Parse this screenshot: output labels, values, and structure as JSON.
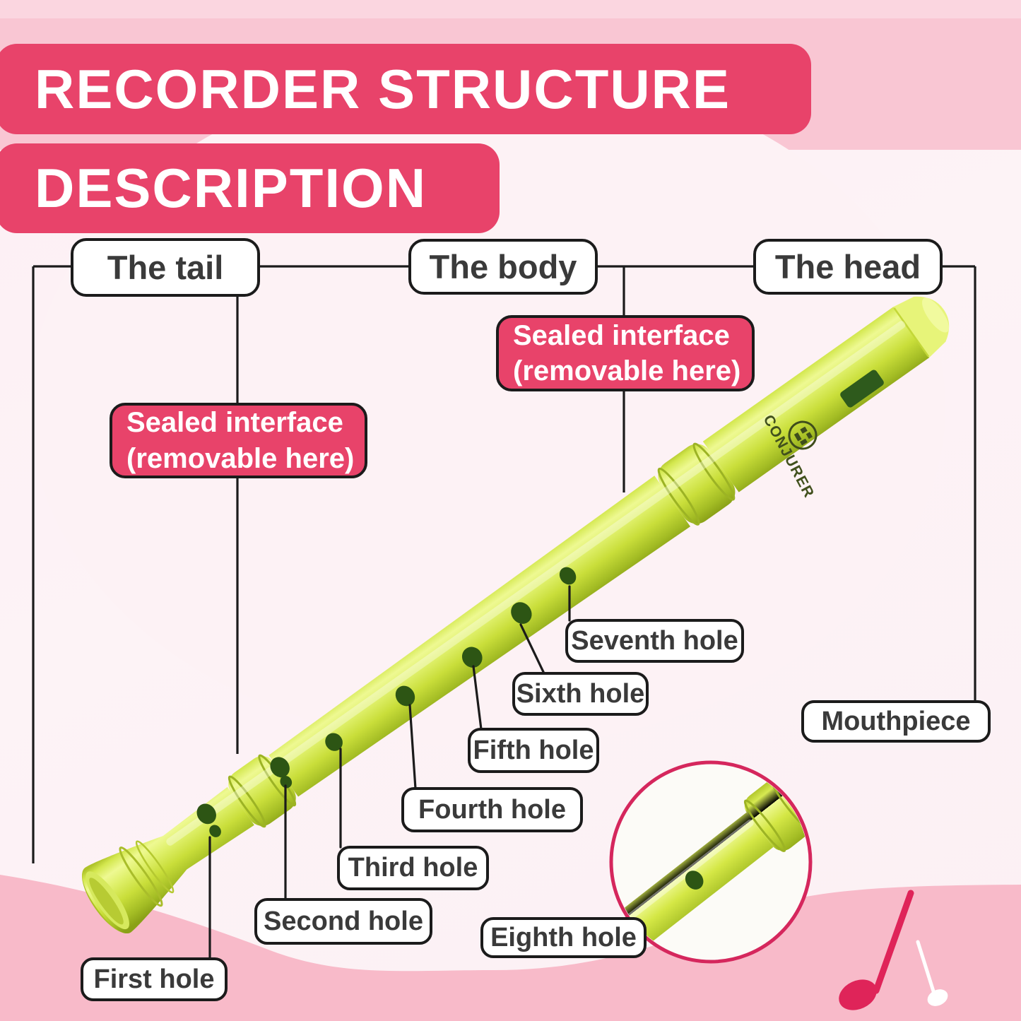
{
  "banner": {
    "line1": "RECORDER STRUCTURE",
    "line2": "DESCRIPTION"
  },
  "sections": {
    "tail": "The tail",
    "body": "The body",
    "head": "The head"
  },
  "callouts": {
    "sealed_top": {
      "line1": "Sealed interface",
      "line2": "(removable here)"
    },
    "sealed_left": {
      "line1": "Sealed interface",
      "line2": "(removable here)"
    }
  },
  "hole_labels": {
    "first": "First hole",
    "second": "Second hole",
    "third": "Third hole",
    "fourth": "Fourth hole",
    "fifth": "Fifth hole",
    "sixth": "Sixth hole",
    "seventh": "Seventh hole",
    "eighth": "Eighth hole",
    "mouthpiece": "Mouthpiece"
  },
  "brand": {
    "name": "CONJURER"
  },
  "colors": {
    "banner_pink": "#e8436a",
    "callout_pink": "#e8436a",
    "label_border": "#1b1b1b",
    "label_text": "#3a3a3a",
    "top_band_pink": "#f9c6d3",
    "top_strip_pink": "#fbd6e0",
    "wave_pink": "#f8bac9",
    "recorder_green": "#c9de3a",
    "hole_green": "#2d5514",
    "magnifier_border": "#d5275d",
    "note_pink": "#df2459",
    "note_white": "#ffffff"
  }
}
